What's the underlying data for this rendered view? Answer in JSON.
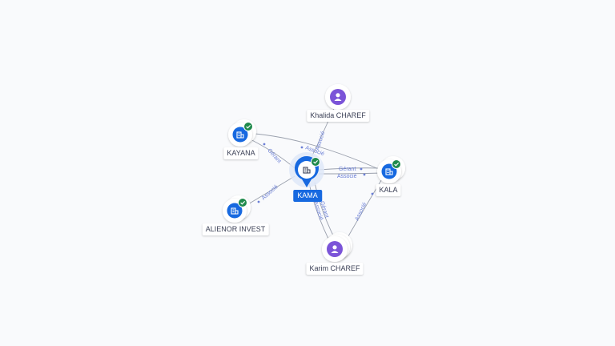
{
  "colors": {
    "company": "#1769e0",
    "person": "#7b54d8",
    "verified": "#1f8a4c",
    "edge": "#9aa0ad",
    "edge_label": "#6b7fd6",
    "focus_label_bg": "#1769e0"
  },
  "nodes": {
    "kama": {
      "label": "KAMA",
      "icon": "building-icon"
    },
    "kayana": {
      "label": "KAYANA",
      "icon": "building-icon"
    },
    "alienor": {
      "label": "ALIENOR INVEST",
      "icon": "building-icon"
    },
    "kala": {
      "label": "KALA",
      "icon": "building-icon"
    },
    "khalida": {
      "label": "Khalida CHAREF",
      "icon": "person-icon"
    },
    "karim": {
      "label": "Karim CHAREF",
      "icon": "person-icon"
    }
  },
  "edges": {
    "kama_kayana": {
      "label": "Gérant"
    },
    "kama_alienor": {
      "label": "Associé"
    },
    "khalida_kama": {
      "label": "Associé"
    },
    "kayana_kala": {
      "label": "Associé"
    },
    "kama_kala_1": {
      "label": "Gérant"
    },
    "kama_kala_2": {
      "label": "Associé"
    },
    "karim_kama_1": {
      "label": "Gérant"
    },
    "karim_kama_2": {
      "label": "Associé"
    },
    "karim_kala": {
      "label": "Associé"
    }
  }
}
